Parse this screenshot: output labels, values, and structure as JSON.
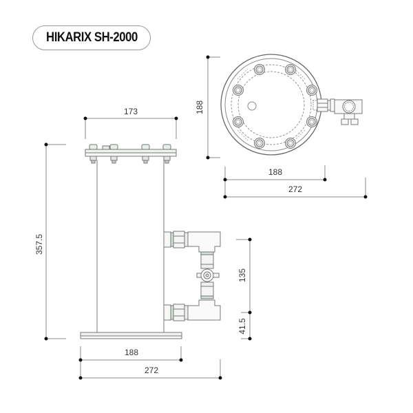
{
  "title": "HIKARIX SH-2000",
  "colors": {
    "line": "#555555",
    "dim_line": "#777777",
    "dot": "#111111",
    "part_fill": "#f6f6f6",
    "part_stroke": "#777777",
    "accent_green": "#9fc7a6"
  },
  "dimensions": {
    "front_view": {
      "top_flange_width": "173",
      "total_height": "357.5",
      "base_width_inner": "188",
      "base_width_outer": "272",
      "port_spacing": "135",
      "lower_port_height": "41.5"
    },
    "top_view": {
      "diameter": "188",
      "width_inner": "188",
      "width_outer": "272"
    }
  },
  "views": [
    {
      "name": "top-view",
      "description": "Circular flange with 8 bolts and side valve assembly"
    },
    {
      "name": "front-view",
      "description": "Cylindrical housing with top bolted flange, two side ports with valve, and base plate"
    }
  ]
}
